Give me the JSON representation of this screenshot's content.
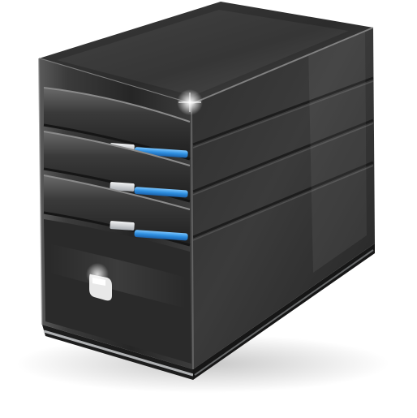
{
  "illustration": {
    "subject": "server-tower-icon",
    "drive_bays": [
      {
        "slot": 1,
        "indicator": "blue-led"
      },
      {
        "slot": 2,
        "indicator": "blue-led"
      },
      {
        "slot": 3,
        "indicator": "blue-led"
      }
    ],
    "colors": {
      "background": "#ffffff",
      "case_dark": "#2b2b2b",
      "case_mid": "#4a4a4a",
      "case_light": "#6e6e6e",
      "led_blue": "#2f8fe0",
      "led_blue_light": "#7cc6ff",
      "metal_silver": "#cfd2d6"
    }
  }
}
